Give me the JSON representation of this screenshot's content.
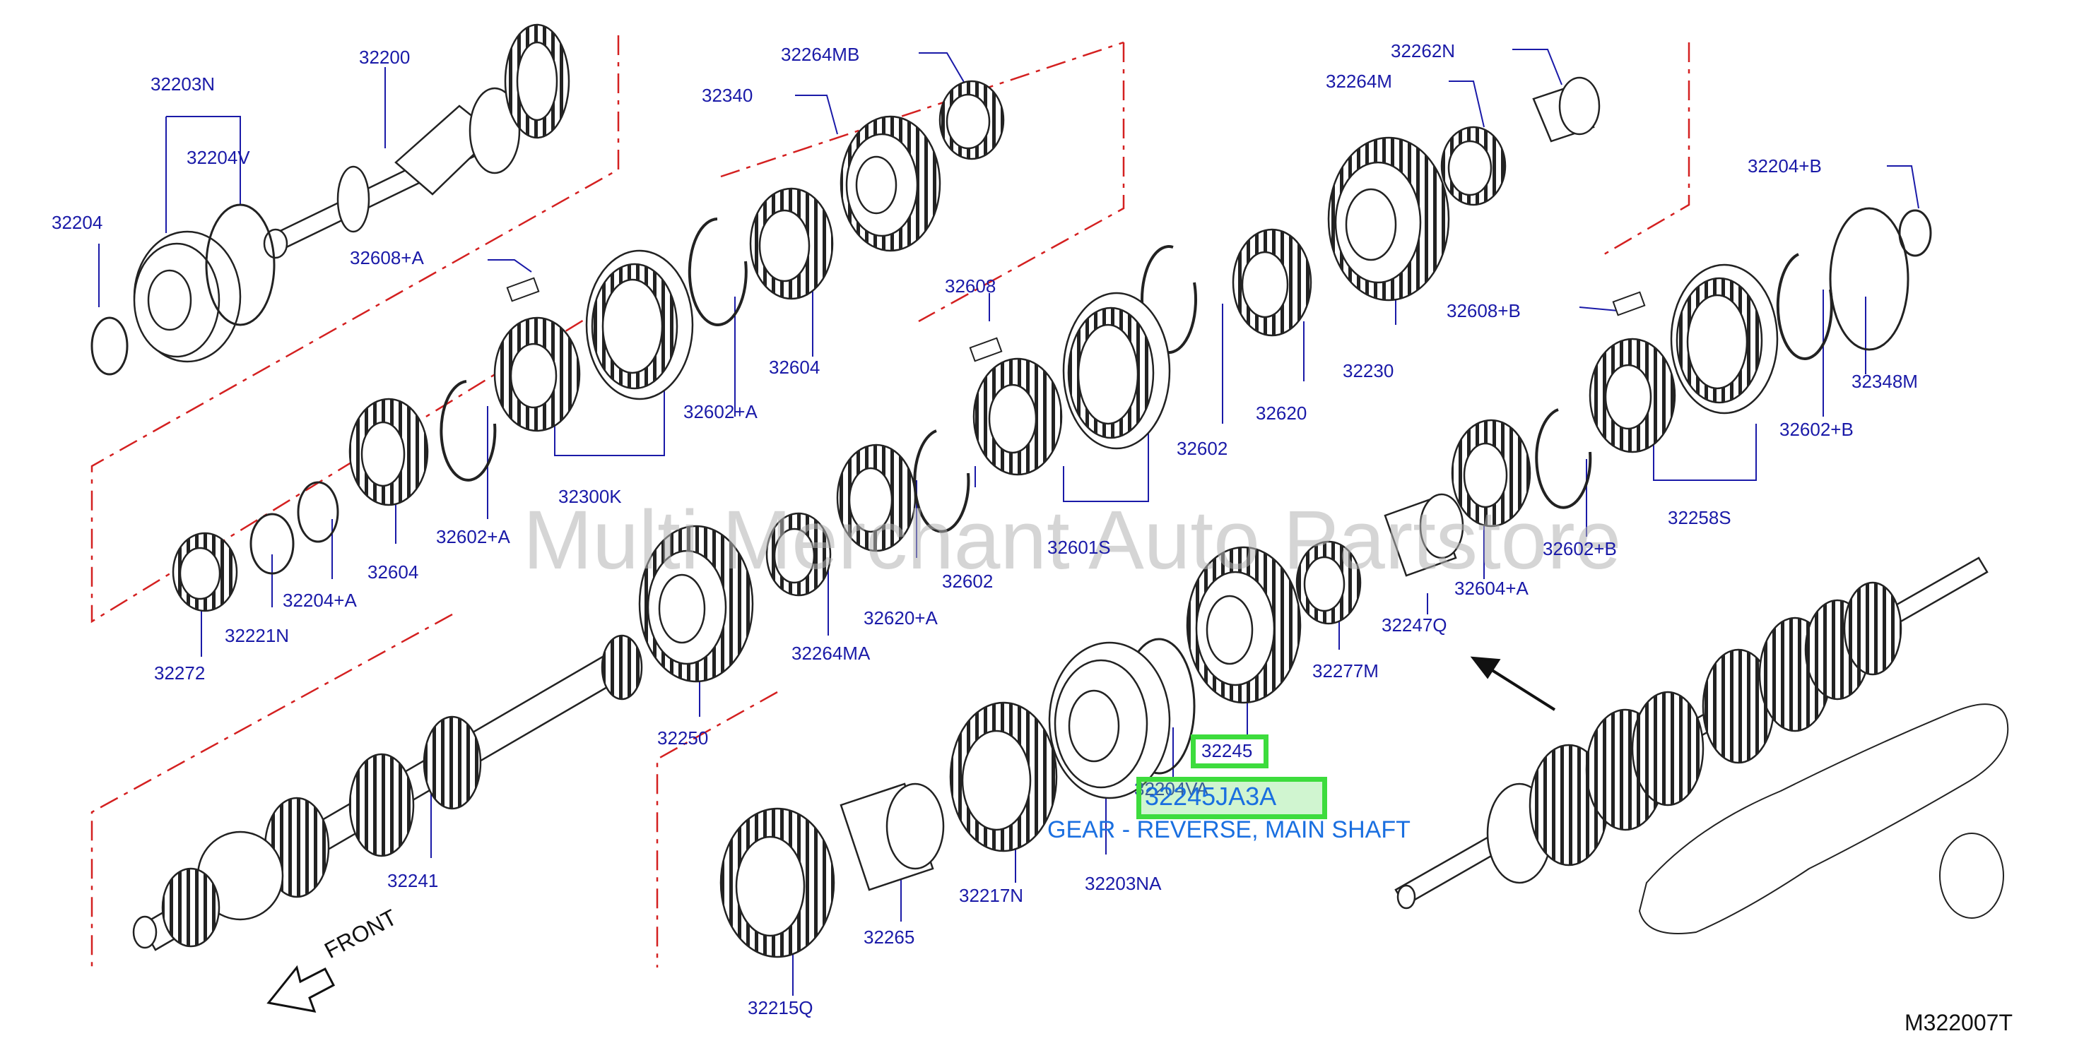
{
  "diagram": {
    "code": "M322007T",
    "front_label": "FRONT",
    "watermark": "Multi Merchant Auto Partstore"
  },
  "highlight": {
    "part": "32245",
    "part_number": "32245JA3A",
    "description": "GEAR - REVERSE, MAIN SHAFT"
  },
  "parts": [
    {
      "id": "32200",
      "label": "32200"
    },
    {
      "id": "32203N",
      "label": "32203N"
    },
    {
      "id": "32204V",
      "label": "32204V"
    },
    {
      "id": "32204",
      "label": "32204"
    },
    {
      "id": "32608A1",
      "label": "32608+A"
    },
    {
      "id": "32264MB",
      "label": "32264MB"
    },
    {
      "id": "32340",
      "label": "32340"
    },
    {
      "id": "32604a",
      "label": "32604"
    },
    {
      "id": "32602A1",
      "label": "32602+A"
    },
    {
      "id": "32300K",
      "label": "32300K"
    },
    {
      "id": "32602A2",
      "label": "32602+A"
    },
    {
      "id": "32604b",
      "label": "32604"
    },
    {
      "id": "32204A",
      "label": "32204+A"
    },
    {
      "id": "32221N",
      "label": "32221N"
    },
    {
      "id": "32272",
      "label": "32272"
    },
    {
      "id": "32262N",
      "label": "32262N"
    },
    {
      "id": "32264M",
      "label": "32264M"
    },
    {
      "id": "32608",
      "label": "32608"
    },
    {
      "id": "32230",
      "label": "32230"
    },
    {
      "id": "32620",
      "label": "32620"
    },
    {
      "id": "32602",
      "label": "32602"
    },
    {
      "id": "32601S",
      "label": "32601S"
    },
    {
      "id": "32602b",
      "label": "32602"
    },
    {
      "id": "32620A",
      "label": "32620+A"
    },
    {
      "id": "32264MA",
      "label": "32264MA"
    },
    {
      "id": "32250",
      "label": "32250"
    },
    {
      "id": "32204B",
      "label": "32204+B"
    },
    {
      "id": "32608B",
      "label": "32608+B"
    },
    {
      "id": "32348M",
      "label": "32348M"
    },
    {
      "id": "32602B1",
      "label": "32602+B"
    },
    {
      "id": "32258S",
      "label": "32258S"
    },
    {
      "id": "32602B2",
      "label": "32602+B"
    },
    {
      "id": "32604A",
      "label": "32604+A"
    },
    {
      "id": "32247Q",
      "label": "32247Q"
    },
    {
      "id": "32277M",
      "label": "32277M"
    },
    {
      "id": "32245",
      "label": "32245"
    },
    {
      "id": "32204VA",
      "label": "32204VA"
    },
    {
      "id": "32203NA",
      "label": "32203NA"
    },
    {
      "id": "32217N",
      "label": "32217N"
    },
    {
      "id": "32265",
      "label": "32265"
    },
    {
      "id": "32215Q",
      "label": "32215Q"
    },
    {
      "id": "32241",
      "label": "32241"
    }
  ]
}
